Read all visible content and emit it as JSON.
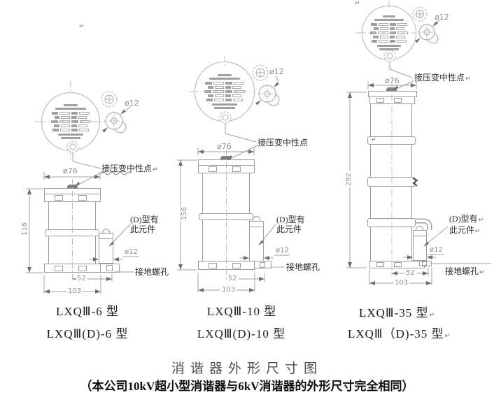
{
  "title": "消谐器外形尺寸图",
  "subtitle": "（本公司10kV超小型消谐器与6kV消谐器的外形尺寸完全相同）",
  "return_mark": "↵",
  "figures": [
    {
      "caption_line1": "LXQⅢ-6 型",
      "caption_line2": "LXQⅢ(D)-6 型",
      "labels": {
        "neutral_point": "接压变中性点",
        "d_note_line1": "(D)型有",
        "d_note_line2": "此元件",
        "ground_hole": "接地螺孔"
      },
      "dims": {
        "terminal_dia": "ø12",
        "top_dia": "ø76",
        "height": "116",
        "side_dia": "ø12",
        "hole_offset": "52",
        "base_width": "103"
      }
    },
    {
      "caption_line1": "LXQⅢ-10 型",
      "caption_line2": "LXQⅢ(D)-10 型",
      "labels": {
        "neutral_point": "接压变中性点",
        "d_note_line1": "(D)型有",
        "d_note_line2": "此元件",
        "ground_hole": "接地螺孔"
      },
      "dims": {
        "terminal_dia": "ø12",
        "top_dia": "ø76",
        "height": "156",
        "side_dia": "ø12",
        "hole_offset": "52",
        "base_width": "103"
      }
    },
    {
      "caption_line1": "LXQⅢ-35 型",
      "caption_line2": "LXQⅢ（D)-35 型",
      "labels": {
        "neutral_point": "接压变中性点",
        "d_note_line1": "(D)型有",
        "d_note_line2": "此元件",
        "ground_hole": "接地螺孔"
      },
      "dims": {
        "terminal_dia": "ø12",
        "top_dia": "ø76",
        "height": "292",
        "side_dia": "ø12",
        "hole_offset": "52",
        "base_width": "103"
      }
    }
  ]
}
